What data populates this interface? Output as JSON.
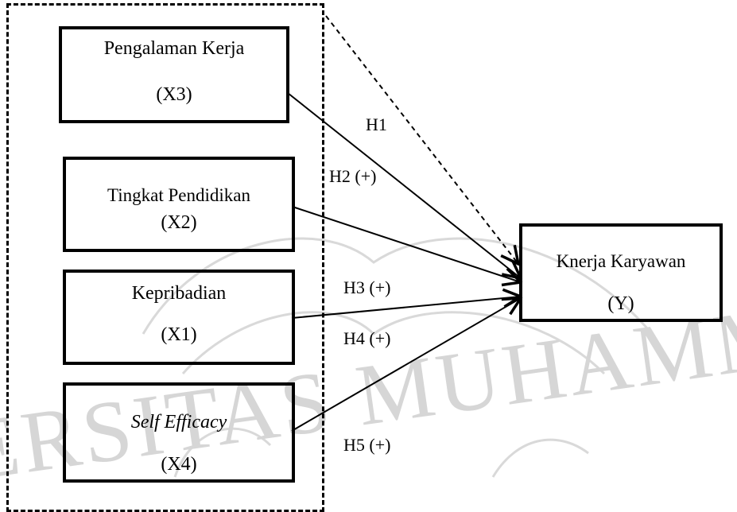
{
  "watermark": {
    "text": "UNIVERSITAS MUHAMMADIYAH"
  },
  "nodes": {
    "x3": {
      "title": "Pengalaman Kerja",
      "code": "(X3)"
    },
    "x2": {
      "title": "Tingkat Pendidikan",
      "code": "(X2)"
    },
    "x1": {
      "title": "Kepribadian",
      "code": "(X1)"
    },
    "x4": {
      "title": "Self Efficacy",
      "code": "(X4)"
    },
    "y": {
      "title": "Knerja Karyawan",
      "code": "(Y)"
    }
  },
  "hypotheses": {
    "h1": "H1",
    "h2": "H2 (+)",
    "h3": "H3 (+)",
    "h4": "H4 (+)",
    "h5": "H5 (+)"
  }
}
